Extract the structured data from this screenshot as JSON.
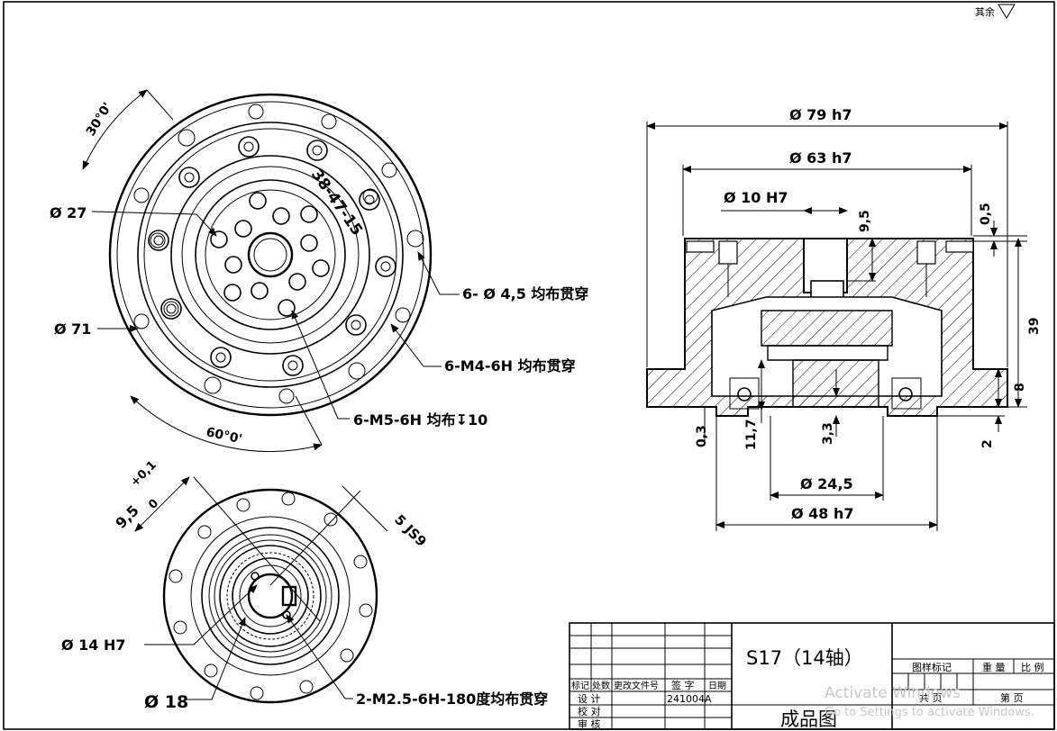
{
  "corner_note": "其余",
  "top_view": {
    "angle_top": "30°0'",
    "angle_bottom": "60°0'",
    "dia_27": "Ø  27",
    "dia_71": "Ø  71",
    "label_holes_45": "6-  Ø   4,5  均布贯穿",
    "label_m4": "6-M4-6H 均布贯穿",
    "label_m5": "6-M5-6H 均布↧10",
    "ring_engraving": "38-47-15"
  },
  "bottom_view": {
    "tol_top": "+0,1",
    "tol_bottom": "0",
    "dim_95": "9,5",
    "key_5": "5  JS9",
    "dia_14": "Ø  14  H7",
    "dia_18": "Ø  18",
    "label_m25": "2-M2.5-6H-180度均布贯穿"
  },
  "section_view": {
    "dia_79": "Ø  79  h7",
    "dia_63": "Ø  63  h7",
    "dia_10": "Ø  10  H7",
    "dim_95v": "9,5",
    "dim_05": "0,5",
    "dim_39": "39",
    "dim_8": "8",
    "dim_2": "2",
    "dim_03": "0,3",
    "dim_117": "11,7",
    "dim_33": "3,3",
    "dia_245": "Ø  24,5",
    "dia_48": "Ø  48   h7"
  },
  "title_block": {
    "part_name": "S17（14轴）",
    "drawing_type": "成品图",
    "col_mark": "标记",
    "col_count": "处数",
    "col_doc": "更改文件号",
    "col_sign": "签 字",
    "col_date": "日期",
    "row_design": "设 计",
    "row_check": "校 对",
    "row_review": "审 核",
    "design_value": "241004A",
    "sample_mark": "图样标记",
    "weight": "重 量",
    "scale": "比 例",
    "total_sheets": "共  页",
    "sheet_no": "第  页"
  },
  "watermark": {
    "line1": "Activate Windows",
    "line2": "Go to Settings to activate Windows."
  }
}
